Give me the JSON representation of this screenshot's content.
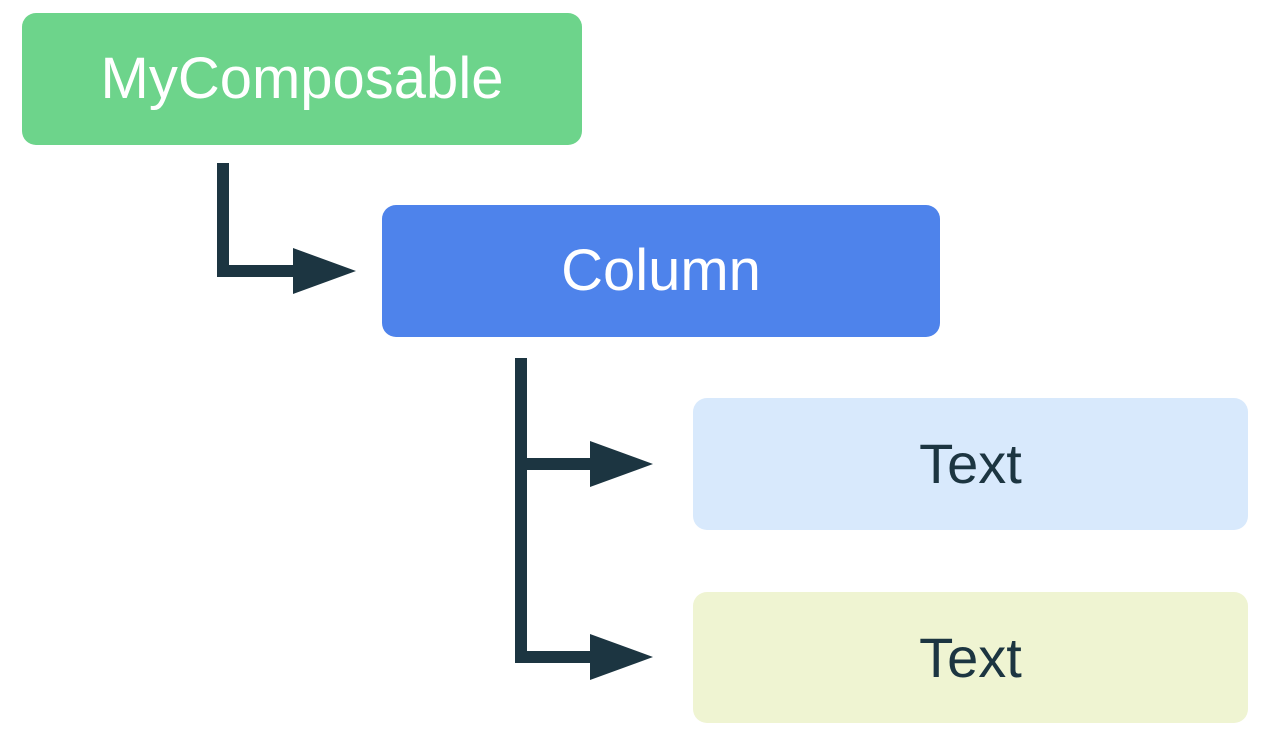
{
  "colors": {
    "background": "#ffffff",
    "root-fill": "#6dd48b",
    "column-fill": "#4e83eb",
    "text1-fill": "#d8e9fc",
    "text2-fill": "#eff4d2",
    "arrow": "#1c3541",
    "label-light": "#ffffff",
    "label-dark": "#1c3541"
  },
  "nodes": [
    {
      "id": "my-composable",
      "label": "MyComposable",
      "fill": "#6dd48b",
      "text_color": "#ffffff",
      "parent": null
    },
    {
      "id": "column",
      "label": "Column",
      "fill": "#4e83eb",
      "text_color": "#ffffff",
      "parent": "my-composable"
    },
    {
      "id": "text-1",
      "label": "Text",
      "fill": "#d8e9fc",
      "text_color": "#1c3541",
      "parent": "column"
    },
    {
      "id": "text-2",
      "label": "Text",
      "fill": "#eff4d2",
      "text_color": "#1c3541",
      "parent": "column"
    }
  ],
  "edges": [
    {
      "from": "my-composable",
      "to": "column"
    },
    {
      "from": "column",
      "to": "text-1"
    },
    {
      "from": "column",
      "to": "text-2"
    }
  ]
}
